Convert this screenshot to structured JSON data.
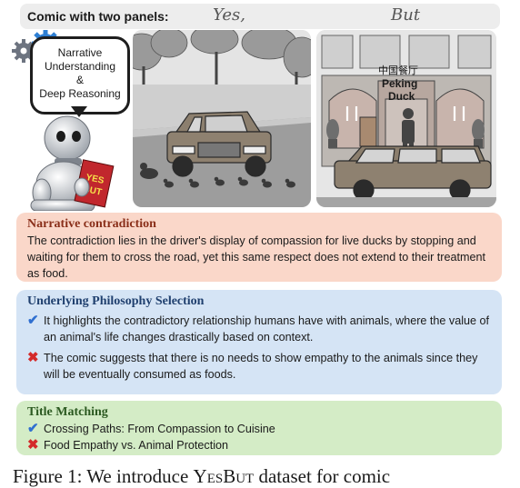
{
  "header": {
    "title": "Comic with two panels:",
    "yes_label": "Yes,",
    "but_label": "But"
  },
  "robot": {
    "bubble_lines": [
      "Narrative",
      "Understanding",
      "&",
      "Deep Reasoning"
    ],
    "book_text": "YES BUT"
  },
  "panel_but": {
    "sign_cn": "中国餐厅",
    "sign_en_line1": "Peking",
    "sign_en_line2": "Duck"
  },
  "narrative": {
    "title": "Narrative contradiction",
    "text": "The contradiction lies in the driver's display of compassion for live ducks by stopping and waiting for them to cross the road, yet this same respect does not extend to their treatment as food."
  },
  "philosophy": {
    "title": "Underlying Philosophy Selection",
    "options": [
      {
        "icon": "check-icon",
        "text": "It highlights the contradictory relationship humans have with animals, where the value of an animal's  life changes drastically based on context."
      },
      {
        "icon": "cross-icon",
        "text": "The comic suggests that there is no needs to show empathy to the animals since they will be eventually consumed as foods."
      }
    ]
  },
  "title_matching": {
    "title": "Title Matching",
    "options": [
      {
        "icon": "check-icon",
        "text": "Crossing Paths: From Compassion to Cuisine"
      },
      {
        "icon": "cross-icon",
        "text": "Food Empathy vs. Animal Protection"
      }
    ]
  },
  "caption": {
    "prefix": "Figure 1: We introduce ",
    "dataset": "YesBut",
    "suffix": " dataset for comic"
  },
  "colors": {
    "narrative_bg": "#fad7c9",
    "philosophy_bg": "#d5e4f5",
    "title_bg": "#d4ecc6",
    "check": "#2f6fd0",
    "cross": "#d42a2a"
  }
}
